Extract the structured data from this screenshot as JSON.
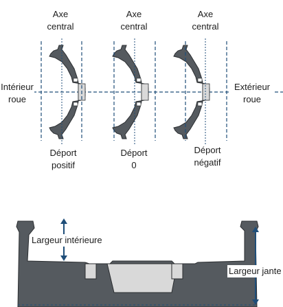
{
  "colors": {
    "metal": "#555a5f",
    "metal_outline": "#2a2d30",
    "hub_light": "#d9d9d9",
    "dash_line": "#1f4e79",
    "arrow": "#1f4e79",
    "text": "#1c1c1c"
  },
  "top": {
    "wheels": [
      {
        "axis_label_1": "Axe",
        "axis_label_2": "central",
        "offset_label_1": "Déport",
        "offset_label_2": "positif"
      },
      {
        "axis_label_1": "Axe",
        "axis_label_2": "central",
        "offset_label_1": "Déport",
        "offset_label_2": "0"
      },
      {
        "axis_label_1": "Axe",
        "axis_label_2": "central",
        "offset_label_1": "Déport",
        "offset_label_2": "négatif"
      }
    ],
    "left_label_1": "Intérieur",
    "left_label_2": "roue",
    "right_label_1": "Extérieur",
    "right_label_2": "roue"
  },
  "bottom": {
    "inner_width_label": "Largeur intérieure",
    "rim_width_label": "Largeur jante"
  }
}
